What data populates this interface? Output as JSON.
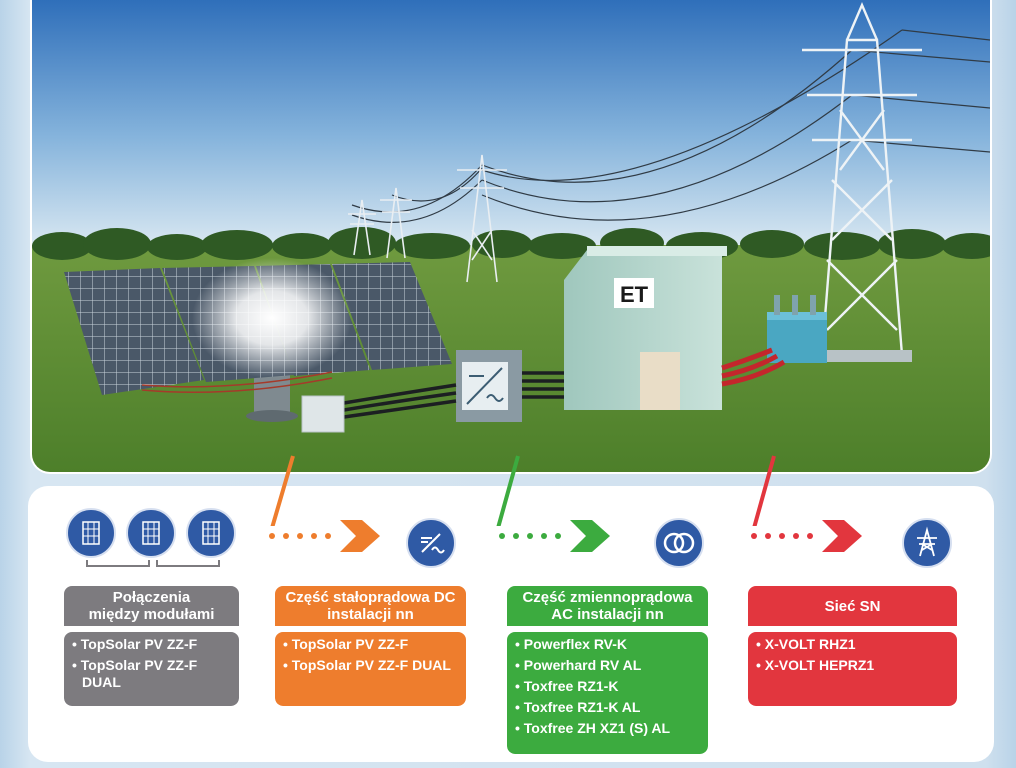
{
  "scene": {
    "substation_label": "ET"
  },
  "stages": [
    {
      "title_lines": [
        "Połączenia",
        "między modułami"
      ],
      "items": [
        "TopSolar PV ZZ-F",
        "TopSolar PV ZZ-F DUAL"
      ],
      "color": "#7d7b7f",
      "icon": "solar-module-icon"
    },
    {
      "title_lines": [
        "Część stałoprądowa DC",
        "instalacji nn"
      ],
      "items": [
        "TopSolar PV ZZ-F",
        "TopSolar PV ZZ-F DUAL"
      ],
      "color": "#ee7d2d",
      "icon": "inverter-icon"
    },
    {
      "title_lines": [
        "Część zmiennoprądowa",
        "AC instalacji nn"
      ],
      "items": [
        "Powerflex RV-K",
        "Powerhard RV AL",
        "Toxfree RZ1-K",
        "Toxfree RZ1-K AL",
        "Toxfree ZH XZ1 (S) AL"
      ],
      "color": "#3cab3f",
      "icon": "transformer-icon"
    },
    {
      "title_lines": [
        "Sieć SN"
      ],
      "items": [
        "X-VOLT RHZ1",
        "X-VOLT HEPRZ1"
      ],
      "color": "#e2363e",
      "icon": "pylon-icon"
    }
  ]
}
